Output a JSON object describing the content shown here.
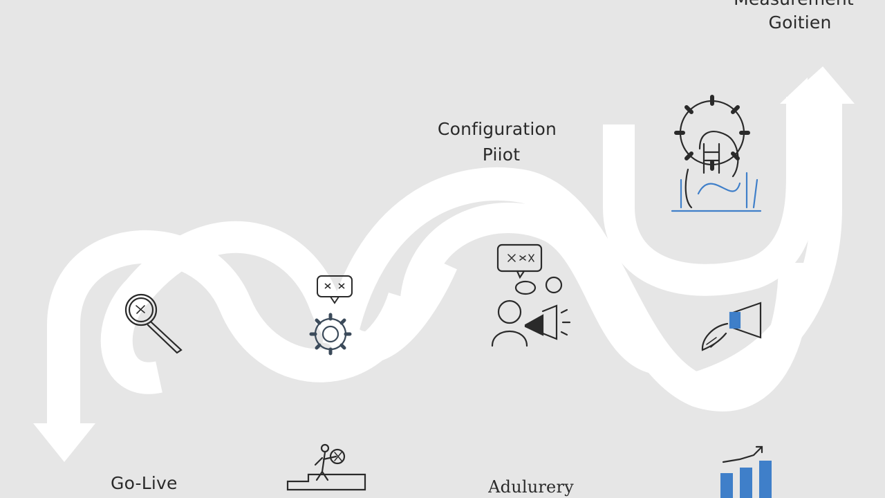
{
  "stages": {
    "configuration_line1": "Configuration",
    "configuration_line2": "Piiot",
    "measurement_line1": "Measurement",
    "measurement_line2": "Goitien",
    "golive": "Go-Live",
    "advocacy": "Adulurery"
  },
  "icons": [
    "magnifier-icon",
    "speech-bubble-icon",
    "gear-icon",
    "team-meeting-icon",
    "megaphone-icon",
    "gear-head-icon",
    "stairs-climber-icon",
    "bar-chart-growth-icon"
  ],
  "colors": {
    "background": "#e6e6e6",
    "path": "#ffffff",
    "icon_stroke": "#2a2a2a",
    "accent_blue": "#3f7fc9"
  }
}
